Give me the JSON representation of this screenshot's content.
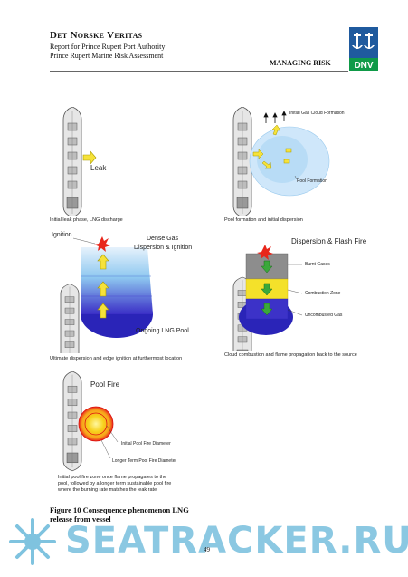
{
  "header": {
    "company": "Det Norske Veritas",
    "line2": "Report for Prince Rupert Port Authority",
    "line3": "Prince Rupert Marine Risk Assessment",
    "section": "MANAGING RISK",
    "logo_text": "DNV"
  },
  "panels": {
    "leak": {
      "label": "Leak",
      "caption": "Initial leak phase, LNG discharge"
    },
    "pool_formation": {
      "cloud_label": "Initial Gas Cloud Formation",
      "pool_label": "Pool Formation",
      "caption": "Pool formation and initial dispersion"
    },
    "ignition": {
      "ignition_label": "Ignition",
      "title_line1": "Dense Gas",
      "title_line2": "Dispersion & Ignition",
      "pool_label": "Ongoing LNG Pool",
      "caption": "Ultimate dispersion and edge ignition at furthermost location"
    },
    "flash_fire": {
      "title": "Dispersion & Flash Fire",
      "burnt_label": "Burnt Gases",
      "combustion_label": "Combustion Zone",
      "unburnt_label": "Uncombusted Gas",
      "caption": "Cloud combustion and flame propagation back to the source"
    },
    "pool_fire": {
      "title": "Pool Fire",
      "initial_label": "Initial Pool Fire Diameter",
      "longterm_label": "Longer Term Pool Fire Diameter",
      "caption_line1": "Initial pool fire zone once flame propagates to the",
      "caption_line2": "pool, followed by a longer term sustainable pool fire",
      "caption_line3": "where the burning rate matches the leak rate"
    }
  },
  "figure_caption_line1": "Figure 10 Consequence phenomenon LNG",
  "figure_caption_line2": "release from vessel",
  "page_number": "49",
  "watermark": "SEATRACKER.RU",
  "colors": {
    "dnv_blue": "#1f5a9e",
    "dnv_green": "#0f9a48",
    "pool_blue": "#2a24b8",
    "gas_blue": "#8ec8f0",
    "arrow_yellow": "#f6e23a",
    "fire_red": "#e8261b",
    "fire_orange": "#f7a21c",
    "watermark": "#7fc3df"
  }
}
